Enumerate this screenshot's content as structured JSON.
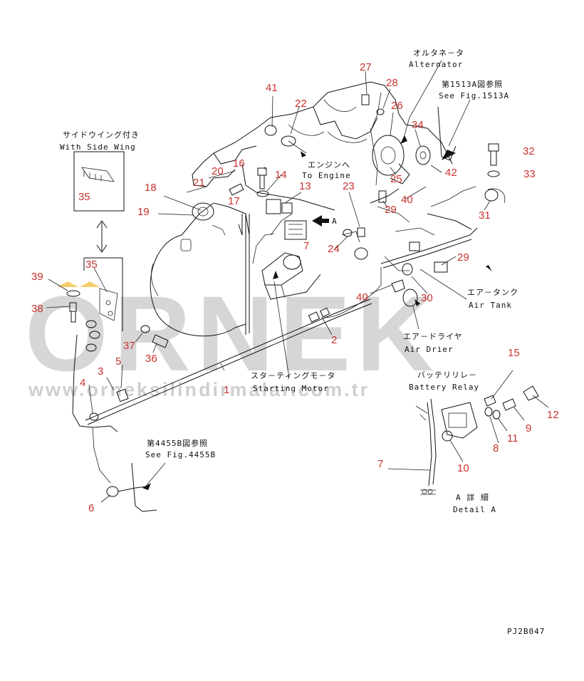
{
  "labels": {
    "alternator_jp": "オルタネ－タ",
    "alternator_en": "Alternator",
    "see1513_jp": "第1513A図参照",
    "see1513_en": "See Fig.1513A",
    "side_wing_jp": "サイドウイング付き",
    "side_wing_en": "With Side Wing",
    "to_engine_jp": "エンジンへ",
    "to_engine_en": "To Engine",
    "detail_arrow": "A",
    "air_tank_jp": "エア－タンク",
    "air_tank_en": "Air Tank",
    "air_drier_jp": "エア－ドライヤ",
    "air_drier_en": "Air Drier",
    "starting_motor_jp": "スタ－ティングモ－タ",
    "starting_motor_en": "Starting Motor",
    "battery_relay_jp": "バッテリリレ－",
    "battery_relay_en": "Battery Relay",
    "see4455_jp": "第4455B図参照",
    "see4455_en": "See Fig.4455B",
    "detail_a_jp": "A 詳 細",
    "detail_a_en": "Detail A",
    "drawing_code": "PJ2B047"
  },
  "watermark": {
    "brand": "ORNEK",
    "site": "www.orneksilindirmalar.com.tr"
  },
  "part_numbers": {
    "p1": "1",
    "p2": "2",
    "p3": "3",
    "p4": "4",
    "p5": "5",
    "p6": "6",
    "p7": "7",
    "p8": "8",
    "p9": "9",
    "p10": "10",
    "p11": "11",
    "p12": "12",
    "p13": "13",
    "p14": "14",
    "p15": "15",
    "p16": "16",
    "p17": "17",
    "p18": "18",
    "p19": "19",
    "p20": "20",
    "p21": "21",
    "p22": "22",
    "p23": "23",
    "p24": "24",
    "p25": "25",
    "p26": "26",
    "p27": "27",
    "p28": "28",
    "p29": "29",
    "p30": "30",
    "p31": "31",
    "p32": "32",
    "p33": "33",
    "p34": "34",
    "p35": "35",
    "p36": "36",
    "p37": "37",
    "p38": "38",
    "p39": "39",
    "p40": "40",
    "p41": "41",
    "p42": "42"
  }
}
